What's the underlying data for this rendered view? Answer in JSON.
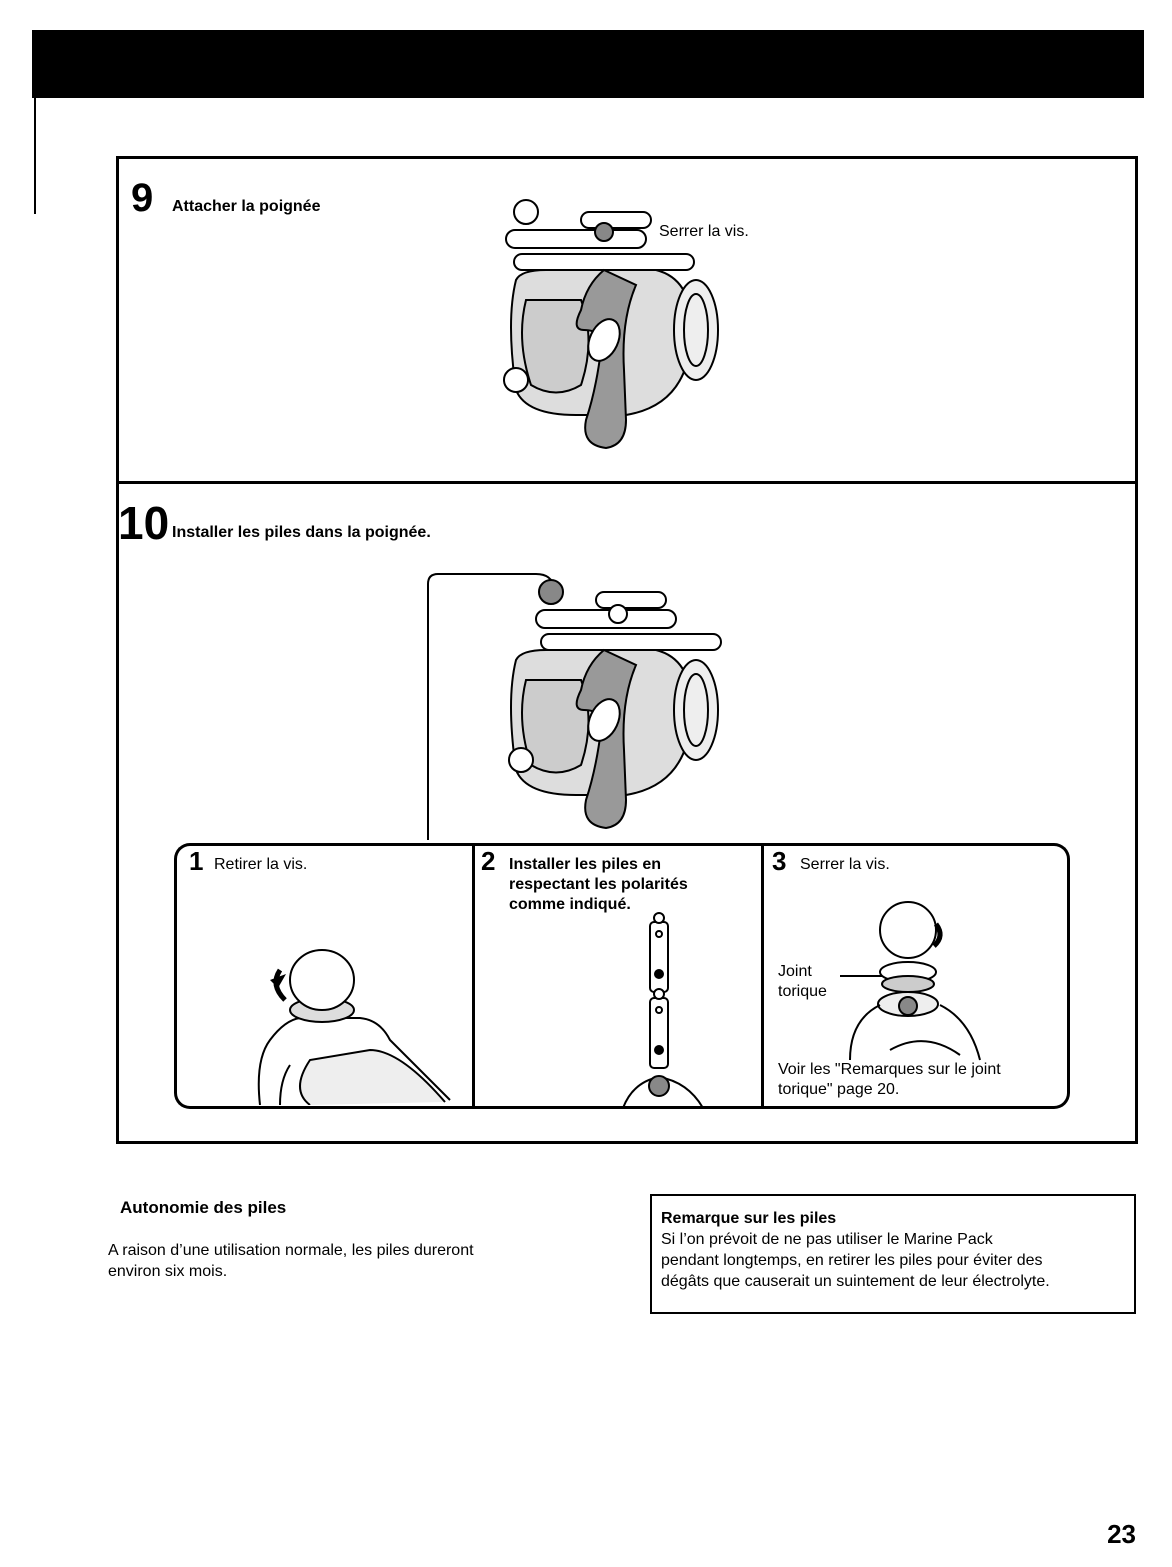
{
  "step9": {
    "number": "9",
    "title": "Attacher la poignée",
    "callout": "Serrer la vis."
  },
  "step10": {
    "number": "10",
    "title": "Installer les piles dans la poignée.",
    "substeps": [
      {
        "number": "1",
        "text": "Retirer la vis."
      },
      {
        "number": "2",
        "lines": [
          "Installer les piles en",
          "respectant les polarités",
          "comme indiqué."
        ]
      },
      {
        "number": "3",
        "text": "Serrer la vis.",
        "label_lines": [
          "Joint",
          "torique"
        ],
        "note_lines": [
          "Voir les \"Remarques sur le joint",
          "torique\" page 20."
        ]
      }
    ]
  },
  "battery_life": {
    "title": "Autonomie des piles",
    "text_lines": [
      "A raison d’une utilisation normale, les piles dureront",
      "environ six mois."
    ]
  },
  "battery_note": {
    "title": "Remarque sur les piles",
    "text_lines": [
      "Si l’on prévoit de ne pas utiliser le Marine Pack",
      "pendant longtemps, en retirer les piles pour éviter des",
      "dégâts que causerait un suintement de leur électrolyte."
    ]
  },
  "page_number": "23",
  "icons": {
    "camera_housing": "marine-pack-housing-icon",
    "rotate_arrow": "rotate-arrow-icon",
    "battery": "battery-icon",
    "oring": "o-ring-icon"
  }
}
